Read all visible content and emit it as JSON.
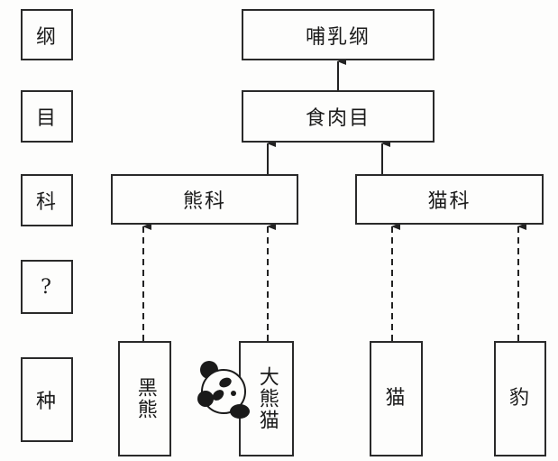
{
  "rank_labels": [
    "纲",
    "目",
    "科",
    "?",
    "种"
  ],
  "class_node": "哺乳纲",
  "order_node": "食肉目",
  "families": [
    "熊科",
    "猫科"
  ],
  "species": [
    {
      "name": "黑熊",
      "family": "熊科"
    },
    {
      "name": "大熊猫",
      "family": "熊科"
    },
    {
      "name": "猫",
      "family": "猫科"
    },
    {
      "name": "豹",
      "family": "猫科"
    }
  ],
  "decoration": "panda-illustration"
}
